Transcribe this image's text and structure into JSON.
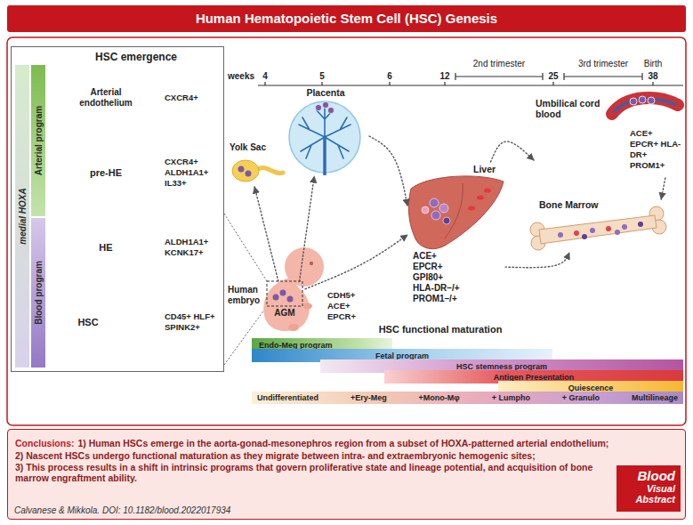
{
  "diagram": {
    "title": "Human Hematopoietic Stem Cell (HSC) Genesis",
    "caption": "Calvanese & Mikkola. DOI: 10.1182/blood.2022017934",
    "nodes": [
      {
        "text": [
          "HSC emergence"
        ]
      },
      {
        "text": [
          "medial HOXA"
        ],
        "in": 0
      },
      {
        "text": [
          "Arterial program"
        ],
        "in": 0
      },
      {
        "text": [
          "Blood program"
        ],
        "in": 0
      },
      {
        "text": [
          "Arterial endothelium",
          "CXCR4+"
        ],
        "in": 0
      },
      {
        "text": [
          "pre-HE",
          "CXCR4+ ALDH1A1+ IL33+"
        ],
        "in": 0
      },
      {
        "text": [
          "HE",
          "ALDH1A1+ KCNK17+"
        ],
        "in": 0
      },
      {
        "text": [
          "HSC",
          "CD45+ HLF+ SPINK2+"
        ],
        "in": 0
      },
      {
        "text": [
          "Placenta"
        ]
      },
      {
        "text": [
          "Yolk Sac"
        ]
      },
      {
        "text": [
          "Human embryo"
        ]
      },
      {
        "text": [
          "AGM"
        ],
        "in": 10
      },
      {
        "text": [
          "Liver",
          "ACE+ EPCR+ GPI80+ HLA-DR–/+ PROM1–/+"
        ]
      },
      {
        "text": [
          "Umbilical cord blood",
          "ACE+ EPCR+ HLA-DR+ PROM1+"
        ]
      },
      {
        "text": [
          "Bone Marrow"
        ]
      },
      {
        "text": [
          "Endo-Meg program"
        ]
      },
      {
        "text": [
          "Fetal program"
        ]
      },
      {
        "text": [
          "HSC stemness program"
        ]
      },
      {
        "text": [
          "Antigen Presentation"
        ]
      },
      {
        "text": [
          "Quiescence"
        ]
      },
      {
        "text": [
          "Undifferentiated",
          "+Ery-Meg",
          "+Mono-Mφ",
          "+ Lumpho",
          "+ Granulo",
          "Multilineage"
        ]
      },
      {
        "text": [
          "Conclusions:",
          "1) Human HSCs emerge in the aorta-gonad-mesonephros region from a subset of HOXA-patterned arterial endothelium;",
          "2) Nascent HSCs undergo functional maturation as they migrate between intra- and extraembryonic hemogenic sites;",
          "3) This process results in a shift in intrinsic programs that govern proliferative state and lineage potential, and acquisition of bone marrow engraftment ability."
        ]
      },
      {
        "text": [
          "Blood",
          "Visual Abstract"
        ],
        "in": 21
      }
    ],
    "edges": [
      {
        "from": 4,
        "to": 5,
        "arrow": "to"
      },
      {
        "from": 5,
        "to": 6,
        "arrow": "to"
      },
      {
        "from": 6,
        "to": 7,
        "arrow": "to"
      },
      {
        "from": 11,
        "to": 9,
        "arrow": "to"
      },
      {
        "from": 11,
        "to": 8,
        "arrow": "to"
      },
      {
        "from": 8,
        "to": 12,
        "arrow": "to"
      },
      {
        "from": 11,
        "to": 12,
        "arrow": "to"
      },
      {
        "from": 12,
        "to": 13,
        "arrow": "to"
      },
      {
        "from": 12,
        "to": 14,
        "arrow": "to"
      },
      {
        "from": 13,
        "to": 14,
        "arrow": "to"
      }
    ],
    "labels": [
      "weeks",
      "4",
      "5",
      "6",
      "12",
      "2nd trimester",
      "25",
      "3rd trimester",
      "38",
      "Birth",
      "CDH5+ ACE+ EPCR+",
      "HSC functional maturation"
    ]
  }
}
